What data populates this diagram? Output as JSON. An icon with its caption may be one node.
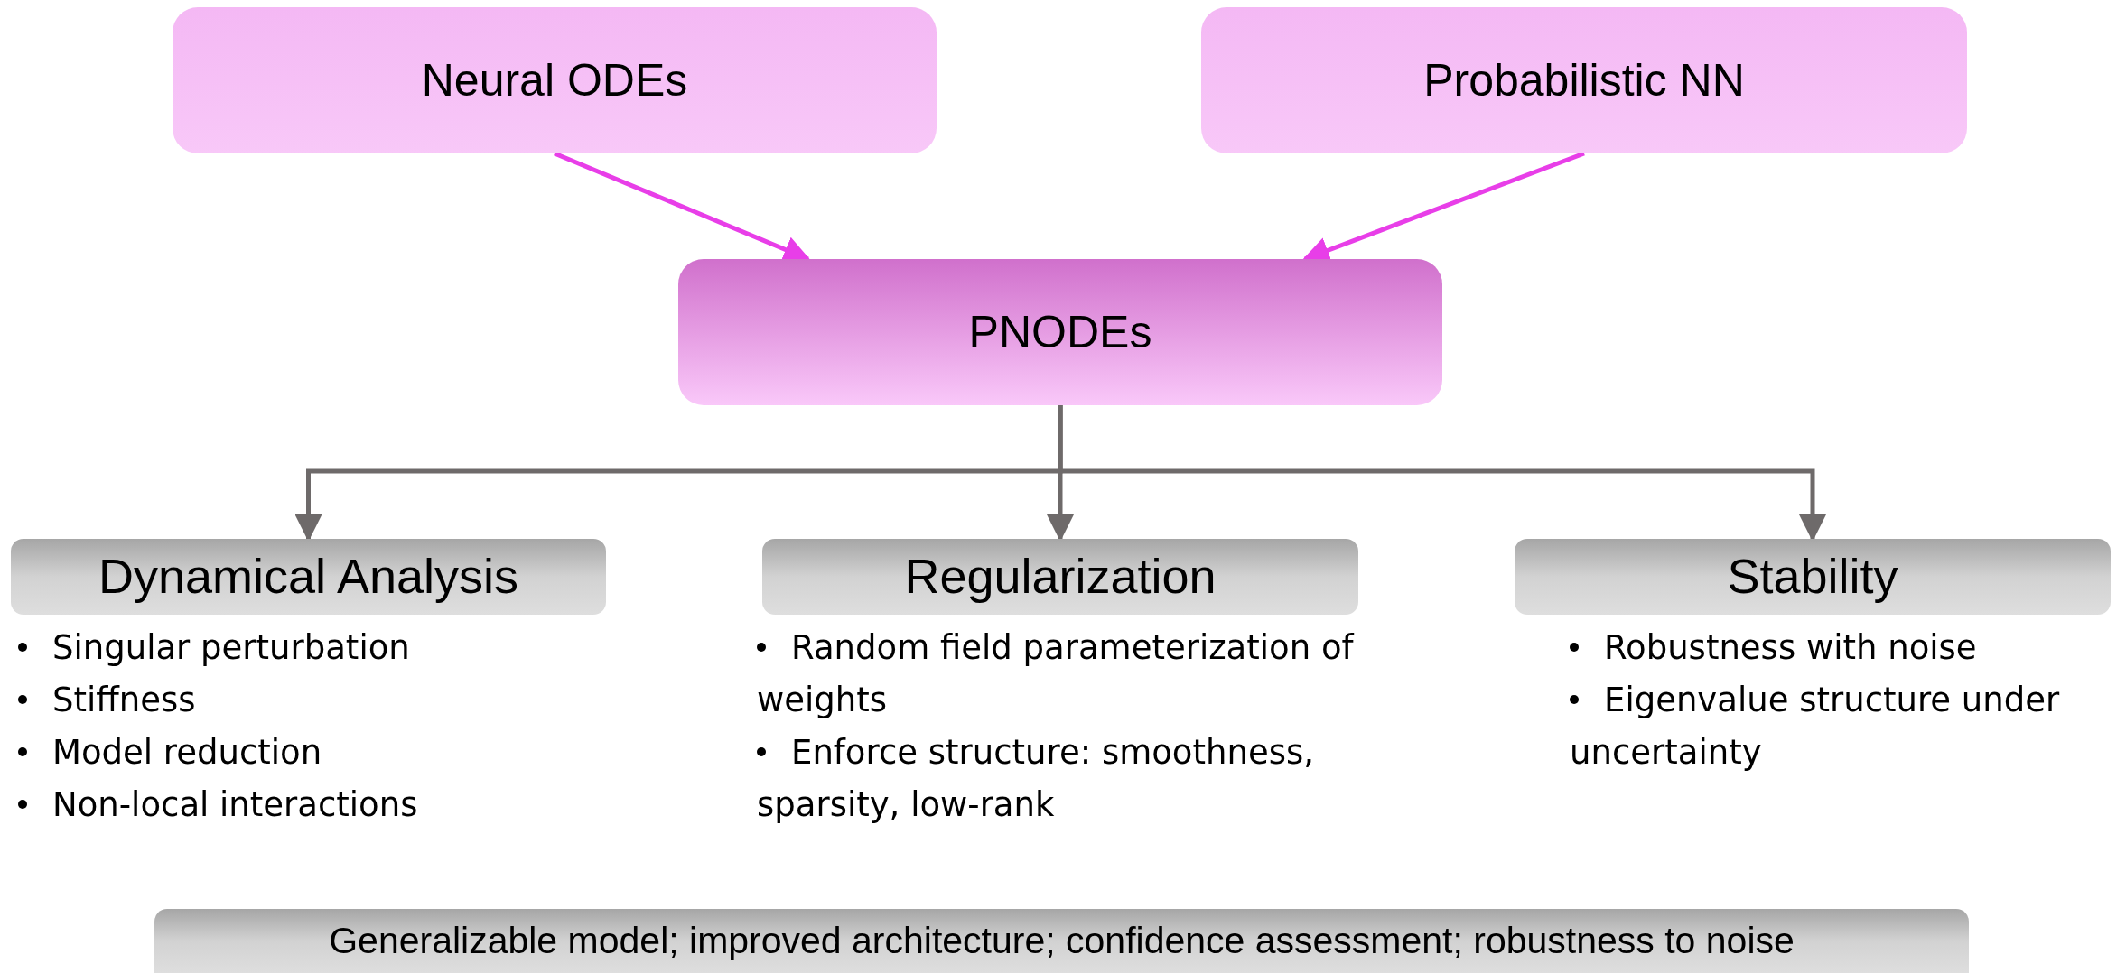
{
  "diagram": {
    "nodes": [
      {
        "text": [
          "Neural ODEs"
        ]
      },
      {
        "text": [
          "Probabilistic NN"
        ]
      },
      {
        "text": [
          "PNODEs"
        ]
      },
      {
        "text": [
          "Dynamical Analysis"
        ],
        "beside": [
          "Singular perturbation",
          "Stiffness",
          "Model reduction",
          "Non-local interactions"
        ]
      },
      {
        "text": [
          "Regularization"
        ],
        "beside": [
          "Random field parameterization of weights",
          "Enforce structure: smoothness, sparsity, low-rank"
        ]
      },
      {
        "text": [
          "Stability"
        ],
        "beside": [
          "Robustness with noise",
          "Eigenvalue structure under uncertainty"
        ]
      },
      {
        "text": [
          "Generalizable model; improved architecture; confidence assessment; robustness to noise"
        ]
      }
    ],
    "edges": [
      {
        "from": 0,
        "to": 2,
        "arrow": "to",
        "color": "#e83ee8"
      },
      {
        "from": 1,
        "to": 2,
        "arrow": "to",
        "color": "#e83ee8"
      },
      {
        "from": 2,
        "to": 3,
        "arrow": "to"
      },
      {
        "from": 2,
        "to": 4,
        "arrow": "to"
      },
      {
        "from": 2,
        "to": 5,
        "arrow": "to"
      }
    ]
  }
}
